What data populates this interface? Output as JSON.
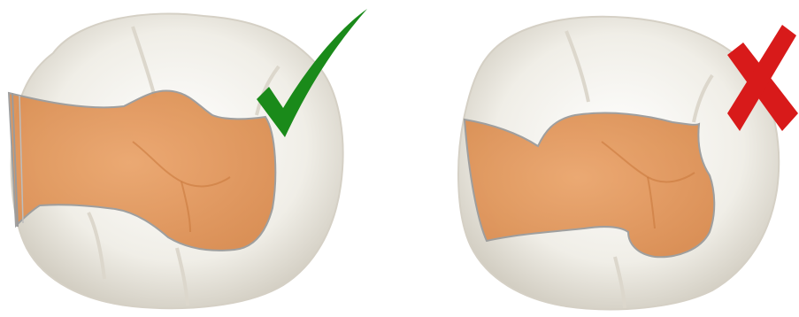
{
  "figure": {
    "panels": [
      {
        "id": "correct-preparation",
        "verdict": "correct",
        "verdict_icon": "check-mark-icon",
        "verdict_color": "#1a8a1a"
      },
      {
        "id": "incorrect-preparation",
        "verdict": "incorrect",
        "verdict_icon": "cross-mark-icon",
        "verdict_color": "#d81a1a"
      }
    ],
    "colors": {
      "tooth_fill": "#f1efe8",
      "tooth_shadow": "#c9c5ba",
      "preparation_fill": "#e39a5f",
      "preparation_outline": "#a9a9a9"
    }
  }
}
